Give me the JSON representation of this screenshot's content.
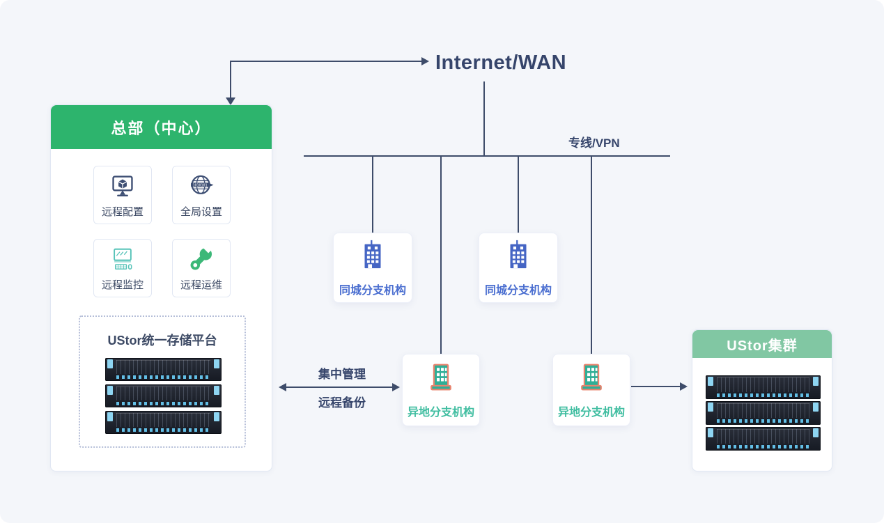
{
  "background_color": "#f4f6fa",
  "line_color": "#3e4c6a",
  "internet": {
    "label": "Internet/WAN"
  },
  "vpn_label": "专线/VPN",
  "hq": {
    "title": "总部（中心）",
    "header_color": "#2db46d",
    "features": [
      {
        "label": "远程配置",
        "icon": "monitor-cube-icon"
      },
      {
        "label": "全局设置",
        "icon": "globe-arrow-icon"
      },
      {
        "label": "远程监控",
        "icon": "monitor-keyboard-icon"
      },
      {
        "label": "远程运维",
        "icon": "wrench-icon"
      }
    ],
    "storage": {
      "title": "UStor统一存储平台",
      "rack_units": 3
    }
  },
  "branches": {
    "same_city": [
      {
        "label": "同城分支机构"
      },
      {
        "label": "同城分支机构"
      }
    ],
    "remote": [
      {
        "label": "异地分支机构"
      },
      {
        "label": "异地分支机构"
      }
    ],
    "same_city_color": "#4a6ed0",
    "remote_color": "#3fbda0"
  },
  "links": {
    "top_label": "集中管理",
    "bottom_label": "远程备份"
  },
  "cluster": {
    "title": "UStor集群",
    "header_color": "#81c7a3",
    "rack_units": 3
  }
}
